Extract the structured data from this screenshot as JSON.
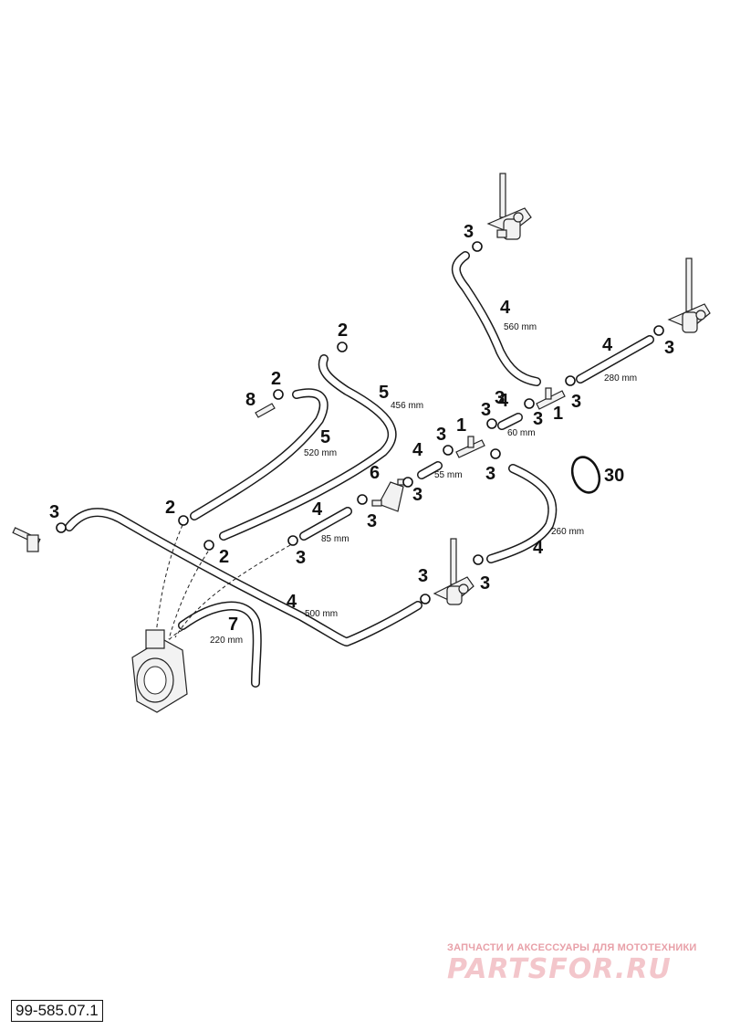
{
  "callouts": [
    {
      "id": "fitting-1a",
      "text": "1"
    },
    {
      "id": "fitting-1b",
      "text": "1"
    },
    {
      "id": "clamp-2a",
      "text": "2"
    },
    {
      "id": "clamp-2b",
      "text": "2"
    },
    {
      "id": "clamp-2c",
      "text": "2"
    },
    {
      "id": "clamp-2d",
      "text": "2"
    },
    {
      "id": "clamp-3a",
      "text": "3"
    },
    {
      "id": "clamp-3b",
      "text": "3"
    },
    {
      "id": "clamp-3c",
      "text": "3"
    },
    {
      "id": "clamp-3d",
      "text": "3"
    },
    {
      "id": "clamp-3e",
      "text": "3"
    },
    {
      "id": "clamp-3f",
      "text": "3"
    },
    {
      "id": "clamp-3g",
      "text": "3"
    },
    {
      "id": "clamp-3h",
      "text": "3"
    },
    {
      "id": "clamp-3i",
      "text": "3"
    },
    {
      "id": "clamp-3j",
      "text": "3"
    },
    {
      "id": "clamp-3k",
      "text": "3"
    },
    {
      "id": "clamp-3l",
      "text": "3"
    },
    {
      "id": "clamp-3m",
      "text": "3"
    },
    {
      "id": "clamp-3n",
      "text": "3"
    },
    {
      "id": "hose-4a",
      "text": "4"
    },
    {
      "id": "hose-4b",
      "text": "4"
    },
    {
      "id": "hose-4c",
      "text": "4"
    },
    {
      "id": "hose-4d",
      "text": "4"
    },
    {
      "id": "hose-4e",
      "text": "4"
    },
    {
      "id": "hose-4f",
      "text": "4"
    },
    {
      "id": "hose-4g",
      "text": "4"
    },
    {
      "id": "hose-5a",
      "text": "5"
    },
    {
      "id": "hose-5b",
      "text": "5"
    },
    {
      "id": "filter-6",
      "text": "6"
    },
    {
      "id": "hose-7",
      "text": "7"
    },
    {
      "id": "part-8",
      "text": "8"
    },
    {
      "id": "ring-30",
      "text": "30"
    }
  ],
  "dimensions": [
    {
      "id": "len-560",
      "text": "560 mm"
    },
    {
      "id": "len-280",
      "text": "280 mm"
    },
    {
      "id": "len-456",
      "text": "456 mm"
    },
    {
      "id": "len-520",
      "text": "520 mm"
    },
    {
      "id": "len-60",
      "text": "60 mm"
    },
    {
      "id": "len-55",
      "text": "55 mm"
    },
    {
      "id": "len-85",
      "text": "85 mm"
    },
    {
      "id": "len-260",
      "text": "260 mm"
    },
    {
      "id": "len-500",
      "text": "500 mm"
    },
    {
      "id": "len-220",
      "text": "220 mm"
    }
  ],
  "watermark": {
    "line1": "ЗАПЧАСТИ И АКСЕССУАРЫ ДЛЯ МОТОТЕХНИКИ",
    "line2": "PARTSFOR.RU",
    "color": "#e8a0a8"
  },
  "document_number": "99-585.07.1"
}
